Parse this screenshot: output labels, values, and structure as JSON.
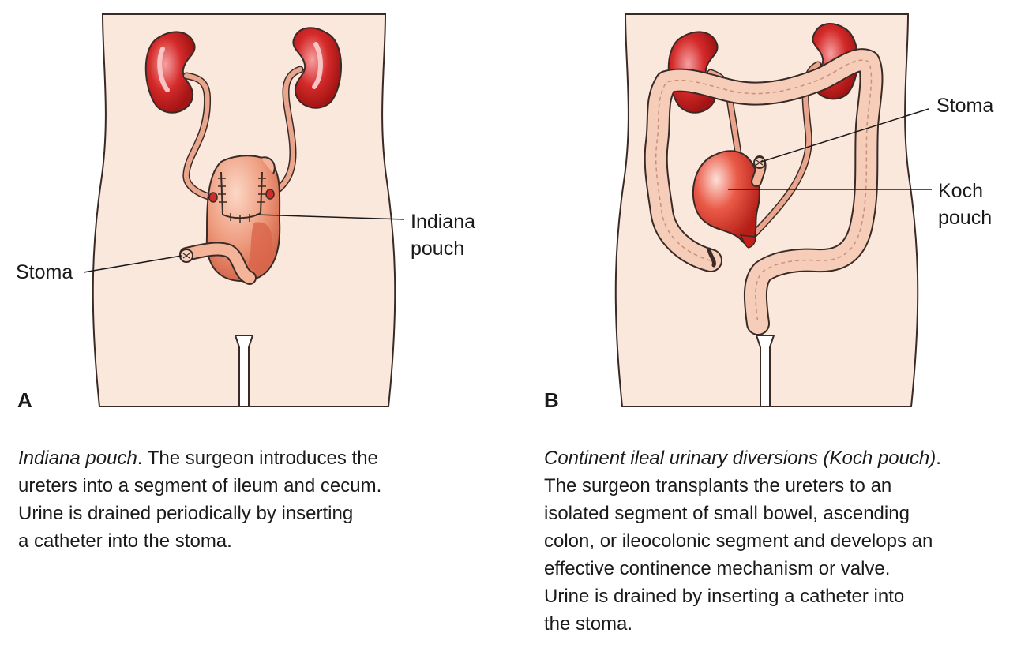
{
  "panel_a": {
    "letter": "A",
    "labels": {
      "pouch_line1": "Indiana",
      "pouch_line2": "pouch",
      "stoma": "Stoma"
    },
    "caption": {
      "title": "Indiana pouch",
      "line1_rest": ". The surgeon introduces the",
      "line2": "ureters into a segment of ileum and cecum.",
      "line3": "Urine is drained periodically by inserting",
      "line4": "a catheter into the stoma."
    }
  },
  "panel_b": {
    "letter": "B",
    "labels": {
      "stoma": "Stoma",
      "pouch_line1": "Koch",
      "pouch_line2": "pouch"
    },
    "caption": {
      "title": "Continent ileal urinary diversions (Koch pouch)",
      "line1_rest": ".",
      "line2": "The surgeon transplants the ureters to an",
      "line3": "isolated segment of small bowel, ascending",
      "line4": "colon, or ileocolonic segment and develops an",
      "line5": "effective continence mechanism or valve.",
      "line6": "Urine is drained by inserting a catheter into",
      "line7": "the stoma."
    }
  },
  "colors": {
    "skin": "#fbe8dd",
    "kidney": "#d42a2a",
    "ureter": "#e08a6e",
    "pouch": "#ee9a7c",
    "colon": "#f5cdb8",
    "koch_pouch": "#e03a2e",
    "outline": "#3a2a26"
  }
}
